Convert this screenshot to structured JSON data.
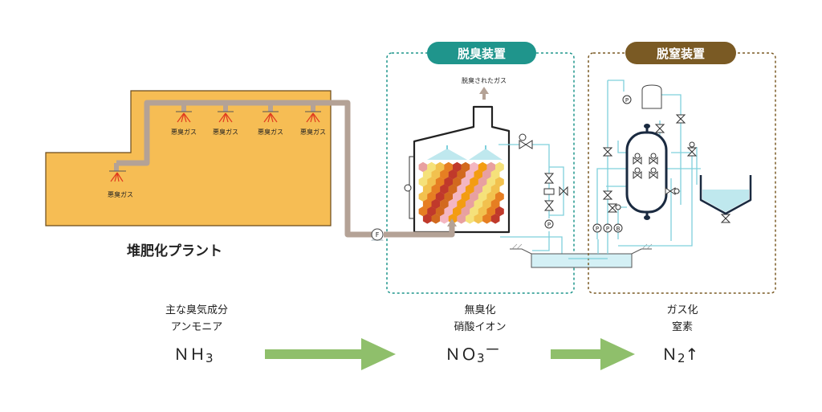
{
  "colors": {
    "plant_fill": "#f6bd54",
    "plant_stroke": "#6a4a1a",
    "duct": "#b4a296",
    "pipe": "#7fd0dc",
    "deodor_box": "#1f958c",
    "denitro_box": "#7a5a24",
    "arrow_green": "#8fbf6b",
    "nozzle_red": "#e03a1e"
  },
  "plant": {
    "title": "堆肥化プラント",
    "gas_label": "悪臭ガス"
  },
  "deodorization": {
    "title": "脱臭装置",
    "exhaust_label": "脱臭されたガス"
  },
  "denitrification": {
    "title": "脱窒装置"
  },
  "instrument_labels": {
    "fan": "F",
    "pump": "P",
    "blower": "B"
  },
  "stages": [
    {
      "caption_line1": "主な臭気成分",
      "caption_line2": "アンモニア",
      "formula": "ＮＨ",
      "formula_sub": "3",
      "formula_suffix": ""
    },
    {
      "caption_line1": "無臭化",
      "caption_line2": "硝酸イオン",
      "formula": "ＮＯ",
      "formula_sub": "3",
      "formula_suffix": "－"
    },
    {
      "caption_line1": "ガス化",
      "caption_line2": "窒素",
      "formula": "Ｎ",
      "formula_sub": "2",
      "formula_suffix": "↑"
    }
  ]
}
